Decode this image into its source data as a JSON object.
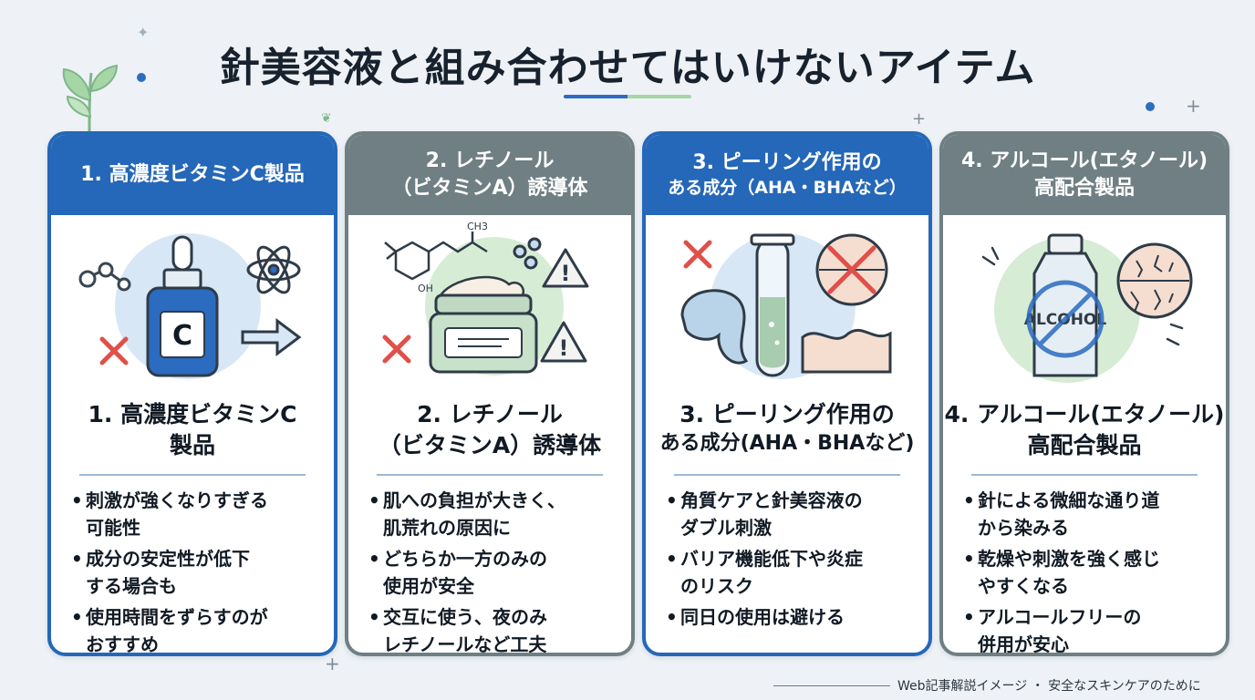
{
  "title": "針美容液と組み合わせてはいけないアイテム",
  "colors": {
    "blue": "#2567b8",
    "gray": "#6f7f83",
    "accent_red": "#e0504a",
    "accent_green": "#a7d6a6"
  },
  "cards": [
    {
      "header": "1. 高濃度ビタミンC製品",
      "title_line1": "1. 高濃度ビタミンC",
      "title_line2": "製品",
      "icons": [
        "serum-bottle-icon",
        "atom-icon",
        "molecule-icon",
        "arrow-right-icon",
        "red-x-icon"
      ],
      "bottle_label": "C",
      "bullets": [
        "刺激が強くなりすぎる",
        "可能性",
        "成分の安定性が低下",
        "する場合も",
        "使用時間をずらすのが",
        "おすすめ"
      ]
    },
    {
      "header_line1": "2. レチノール",
      "header_line2": "（ビタミンA）誘導体",
      "title_line1": "2. レチノール",
      "title_line2": "（ビタミンA）誘導体",
      "icons": [
        "cream-jar-icon",
        "retinol-structure-icon",
        "warning-icon",
        "red-x-icon"
      ],
      "chem_label_ch3": "CH3",
      "chem_label_oh": "OH",
      "bullets": [
        "肌への負担が大きく、",
        "肌荒れの原因に",
        "どちらか一方のみの",
        "使用が安全",
        "交互に使う、夜のみ",
        "レチノールなど工夫"
      ]
    },
    {
      "header_line1": "3. ピーリング作用の",
      "header_line2": "ある成分（AHA・BHAなど）",
      "title_line1": "3. ピーリング作用の",
      "title_line2": "ある成分(AHA・BHAなど)",
      "icons": [
        "test-tube-icon",
        "liquid-splash-icon",
        "skin-layer-icon",
        "red-x-icon"
      ],
      "bullets": [
        "角質ケアと針美容液の",
        "ダブル刺激",
        "バリア機能低下や炎症",
        "のリスク",
        "同日の使用は避ける"
      ]
    },
    {
      "header_line1": "4. アルコール(エタノール)",
      "header_line2": "高配合製品",
      "title_line1": "4. アルコール(エタノール)",
      "title_line2": "高配合製品",
      "icons": [
        "alcohol-bottle-icon",
        "dry-skin-icon",
        "no-symbol-icon"
      ],
      "bottle_label": "ALCOHOL",
      "bullets": [
        "針による微細な通り道",
        "から染みる",
        "乾燥や刺激を強く感じ",
        "やすくなる",
        "アルコールフリーの",
        "併用が安心"
      ]
    }
  ],
  "footer": "Web記事解説イメージ ・ 安全なスキンケアのために"
}
